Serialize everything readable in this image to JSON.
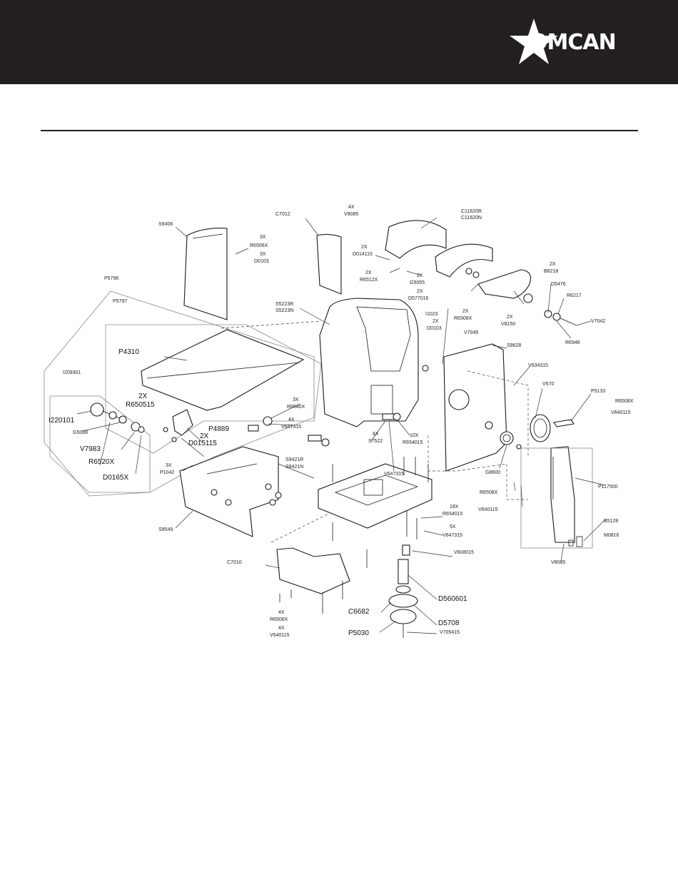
{
  "header": {
    "brand": "OMCAN"
  },
  "labels": {
    "s9406": "S9406",
    "c7012": "C7012",
    "v8085_4x": "4X",
    "v8085_top": "V8085",
    "c11620": "C11620R",
    "c11620n": "C11620N",
    "r6506x_3x": "3X",
    "r6506x": "R6506X",
    "d0103_3x": "3X",
    "d0103": "D0103",
    "p5796": "P5796",
    "p5797": "P5797",
    "d014115_2x": "2X",
    "d014115": "D014115",
    "r6512x_2x": "2X",
    "r6512x": "R6512X",
    "g5055_2x": "2X",
    "g5055": "G5055",
    "d577016_2x": "2X",
    "d577016": "D577016",
    "b6218_2x": "2X",
    "b6218": "B6218",
    "d5476": "D5476",
    "r6217": "R6217",
    "v7042": "V7042",
    "r6946": "R6946",
    "v8150_2x": "2X",
    "v8150": "V8150",
    "s5223r": "S5223R",
    "s5223n": "S5223N",
    "i1023": "I1023",
    "d0103b_2x": "2X",
    "d0103b": "D0103",
    "r6508x_2x": "2X",
    "r6508x_a": "R6508X",
    "v7045": "V7045",
    "s9628": "S9628",
    "i209301": "I209301",
    "p4310": "P4310",
    "v634315": "V634315",
    "v570": "V570",
    "p5133": "P5133",
    "r6508x_b": "R6508X",
    "v640115_a": "V640115",
    "r650515_2x": "2X",
    "r650515": "R650515",
    "i220101": "I220101",
    "g5068": "G5068",
    "v7983": "V7983",
    "r6520x": "R6520X",
    "d0165x": "D0165X",
    "p4889": "P4889",
    "d015115_2x": "2X",
    "d015115": "D015115",
    "r6540x_3x": "3X",
    "r6540x": "R6540X",
    "v647315_4x": "4X",
    "v647315_a": "V647315",
    "s7522_4x": "4X",
    "s7522": "S7522",
    "r654015_10x": "10X",
    "r654015": "R654015",
    "v647315_b": "V647315",
    "g8600": "G8600",
    "p1042_3x": "3X",
    "p1042": "P1042",
    "s9421r": "S9421R",
    "s9421n": "S9421N",
    "p117500": "P117500",
    "r6508x_c": "R6508X",
    "v640115_b": "V640115",
    "r654015b_18x": "18X",
    "r654015b": "R654015",
    "v647315c_5x": "5X",
    "v647315c": "V647315",
    "s9549": "S9549",
    "b5128": "B5128",
    "m0816": "M0816",
    "v8085_bot": "V8085",
    "v608015": "V608015",
    "c7010": "C7010",
    "d560601": "D560601",
    "c6682": "C6682",
    "d5708": "D5708",
    "r6508x_d_4x": "4X",
    "r6508x_d": "R6508X",
    "v640115_c_4x": "4X",
    "v640115_c": "V640115",
    "p5030": "P5030",
    "v705415": "V705415"
  },
  "colors": {
    "header_bg": "#231f20",
    "brand": "#ffffff",
    "line": "#1a1a1a"
  }
}
